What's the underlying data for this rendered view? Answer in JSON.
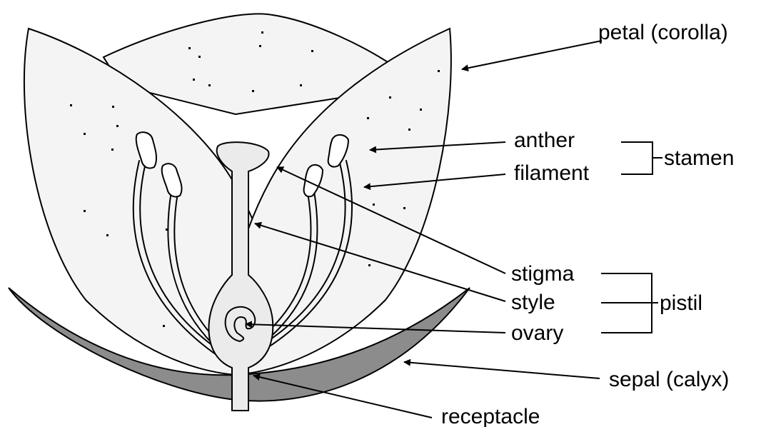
{
  "labels": {
    "petal": "petal (corolla)",
    "anther": "anther",
    "filament": "filament",
    "stamen": "stamen",
    "stigma": "stigma",
    "style": "style",
    "ovary": "ovary",
    "pistil": "pistil",
    "sepal": "sepal (calyx)",
    "receptacle": "receptacle"
  },
  "colors": {
    "sepal_fill": "#8c8c8c",
    "pistil_fill": "#ebebeb",
    "petal_fill": "#f4f4f4",
    "outline": "#000000"
  }
}
